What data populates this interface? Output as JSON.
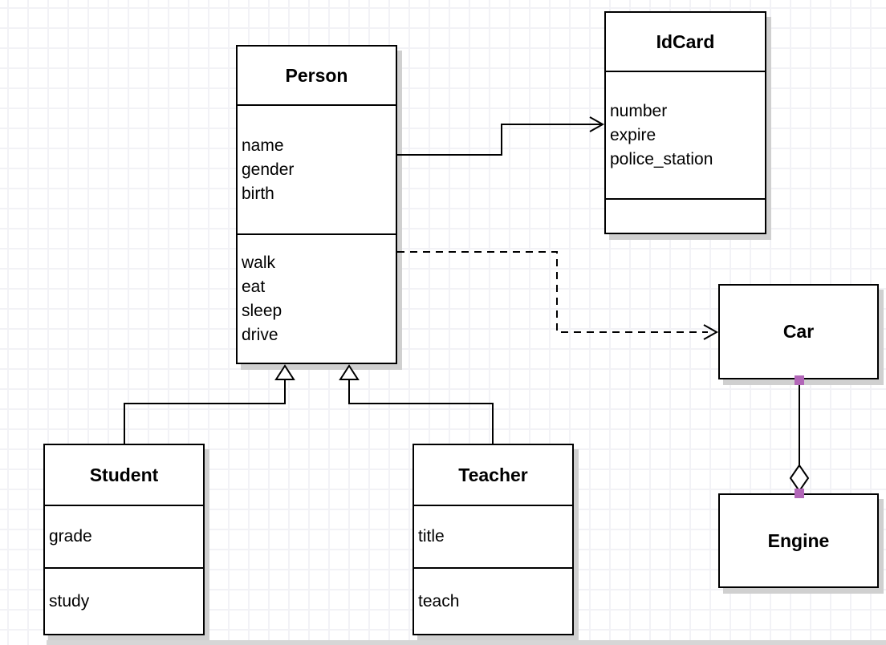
{
  "canvas": {
    "kind": "uml-class-diagram",
    "background": "#ffffff",
    "grid_color": "#f2f2f6",
    "shadow_color": "#d0d0d0",
    "stroke_color": "#000000",
    "handle_color": "#b266b8",
    "bottom_strip_color": "#d6d6d6"
  },
  "classes": [
    {
      "name": "Person",
      "attributes": [
        "name",
        "gender",
        "birth"
      ],
      "methods": [
        "walk",
        "eat",
        "sleep",
        "drive"
      ]
    },
    {
      "name": "IdCard",
      "attributes": [
        "number",
        "expire",
        "police_station"
      ],
      "methods": []
    },
    {
      "name": "Car",
      "attributes": [],
      "methods": []
    },
    {
      "name": "Engine",
      "attributes": [],
      "methods": []
    },
    {
      "name": "Student",
      "attributes": [
        "grade"
      ],
      "methods": [
        "study"
      ]
    },
    {
      "name": "Teacher",
      "attributes": [
        "title"
      ],
      "methods": [
        "teach"
      ]
    }
  ],
  "relationships": [
    {
      "type": "association",
      "from": "Person",
      "to": "IdCard",
      "line": "solid",
      "arrow": "open-arrow"
    },
    {
      "type": "dependency",
      "from": "Person",
      "to": "Car",
      "line": "dashed",
      "arrow": "open-arrow"
    },
    {
      "type": "generalization",
      "from": "Student",
      "to": "Person",
      "line": "solid",
      "arrow": "hollow-triangle"
    },
    {
      "type": "generalization",
      "from": "Teacher",
      "to": "Person",
      "line": "solid",
      "arrow": "hollow-triangle"
    },
    {
      "type": "aggregation",
      "from": "Car",
      "to": "Engine",
      "line": "solid",
      "arrow": "hollow-diamond",
      "endpoint_handles": 2
    }
  ]
}
